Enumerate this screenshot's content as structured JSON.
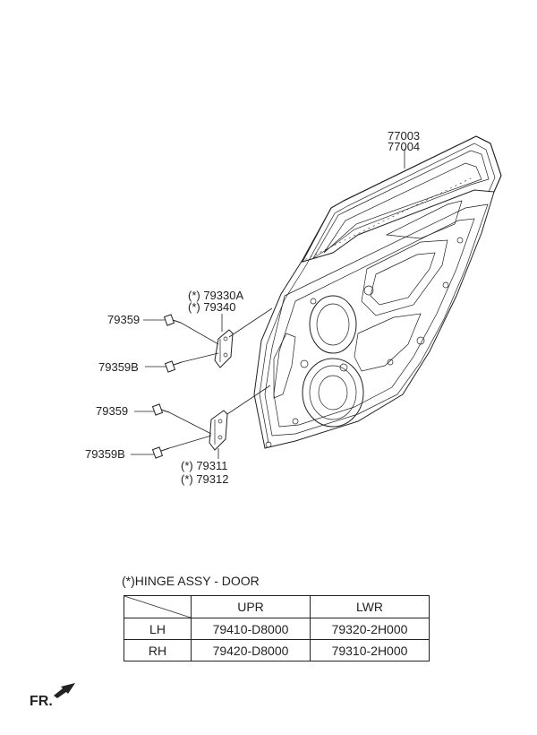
{
  "callouts": {
    "door_lh": "77003",
    "door_rh": "77004",
    "hinge_upper_a": "(*) 79330A",
    "hinge_upper_b": "(*) 79340",
    "bolt_upper": "79359",
    "bolt_upper_b": "79359B",
    "bolt_lower": "79359",
    "bolt_lower_b": "79359B",
    "hinge_lower_a": "(*) 79311",
    "hinge_lower_b": "(*) 79312"
  },
  "legend": {
    "note": "(*)HINGE ASSY - DOOR",
    "columns": [
      "UPR",
      "LWR"
    ],
    "rows": [
      {
        "side": "LH",
        "upr": "79410-D8000",
        "lwr": "79320-2H000"
      },
      {
        "side": "RH",
        "upr": "79420-D8000",
        "lwr": "79310-2H000"
      }
    ]
  },
  "direction": {
    "label": "FR."
  }
}
